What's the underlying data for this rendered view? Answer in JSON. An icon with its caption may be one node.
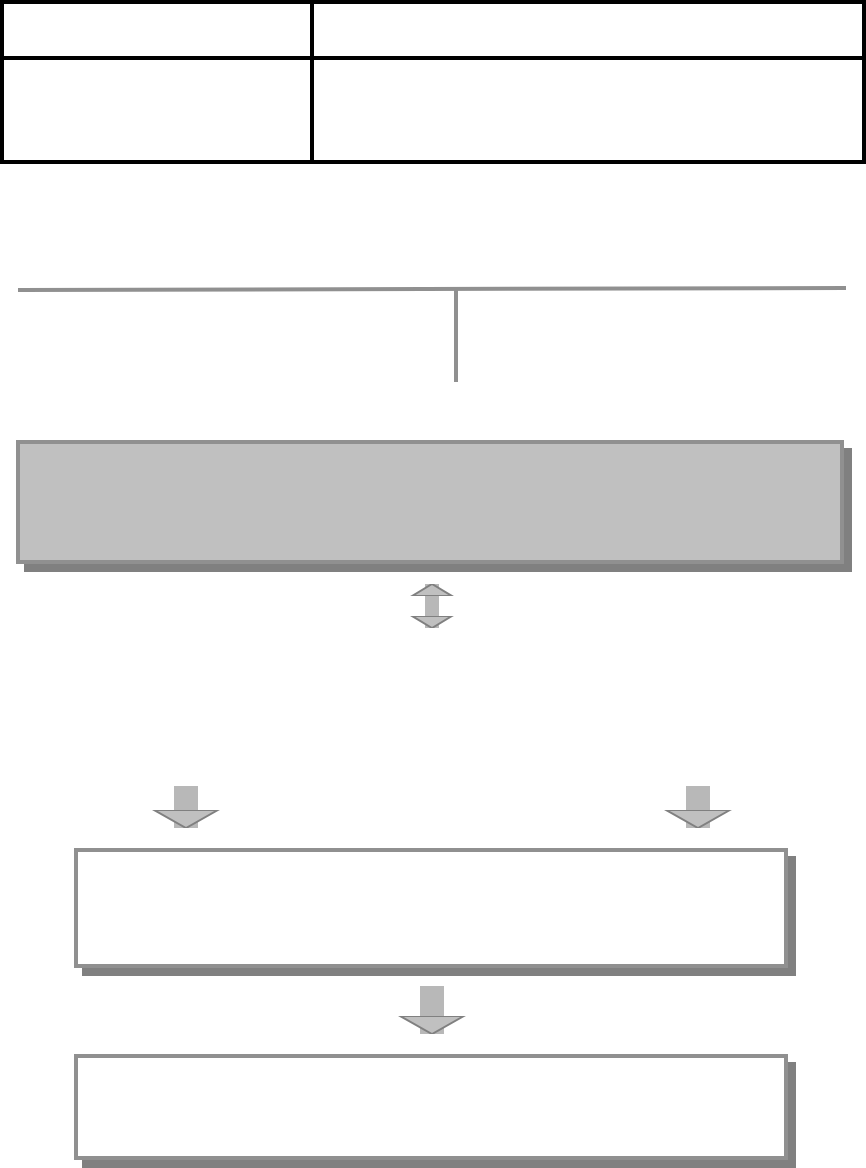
{
  "diagram": {
    "nodes": [
      {
        "text": [],
        "shape": "box"
      },
      {
        "text": [],
        "shape": "box"
      },
      {
        "text": [],
        "shape": "box"
      }
    ],
    "edges": [
      {
        "from": 0,
        "to": null,
        "arrow": "both"
      },
      {
        "from": null,
        "to": 1,
        "arrow": "to"
      },
      {
        "from": null,
        "to": 1,
        "arrow": "to"
      },
      {
        "from": 1,
        "to": 2,
        "arrow": "to"
      }
    ]
  }
}
